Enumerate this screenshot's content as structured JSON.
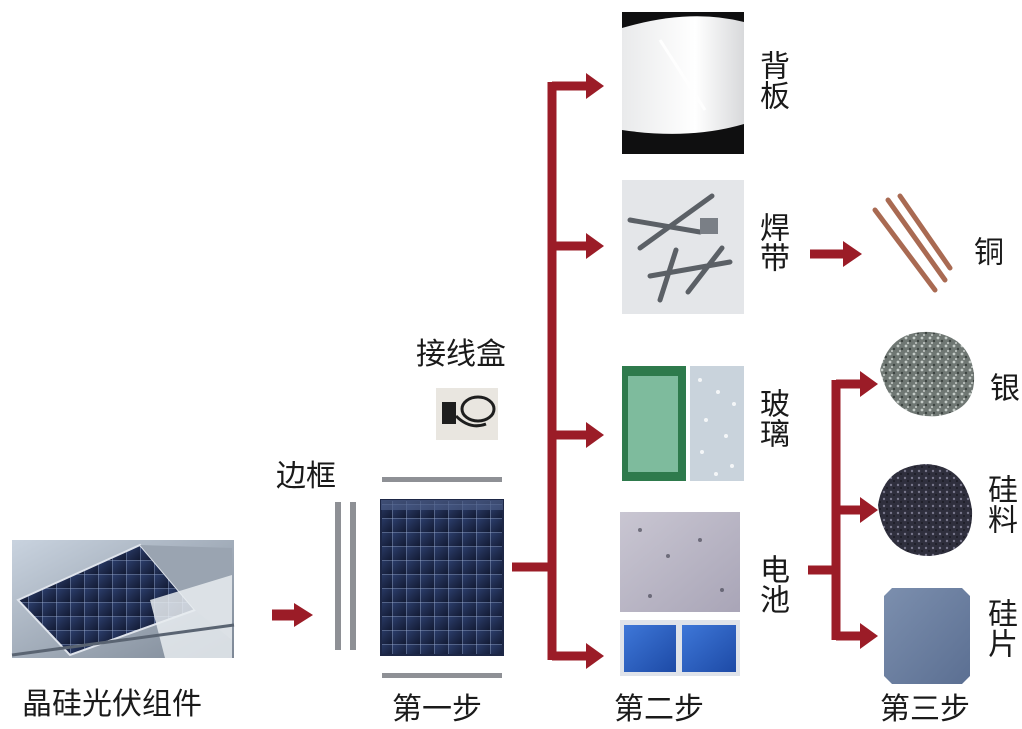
{
  "labels": {
    "module": "晶硅光伏组件",
    "frame": "边框",
    "junction_box": "接线盒",
    "step1": "第一步",
    "step2": "第二步",
    "step3": "第三步",
    "backsheet": "背板",
    "ribbon": "焊带",
    "glass": "玻璃",
    "cell": "电池",
    "copper": "铜",
    "silver": "银",
    "silicon_powder": "硅料",
    "silicon_wafer": "硅片"
  },
  "colors": {
    "arrow": "#9b1c27",
    "frame_bar": "#8e9095",
    "text": "#1a1a1a"
  }
}
